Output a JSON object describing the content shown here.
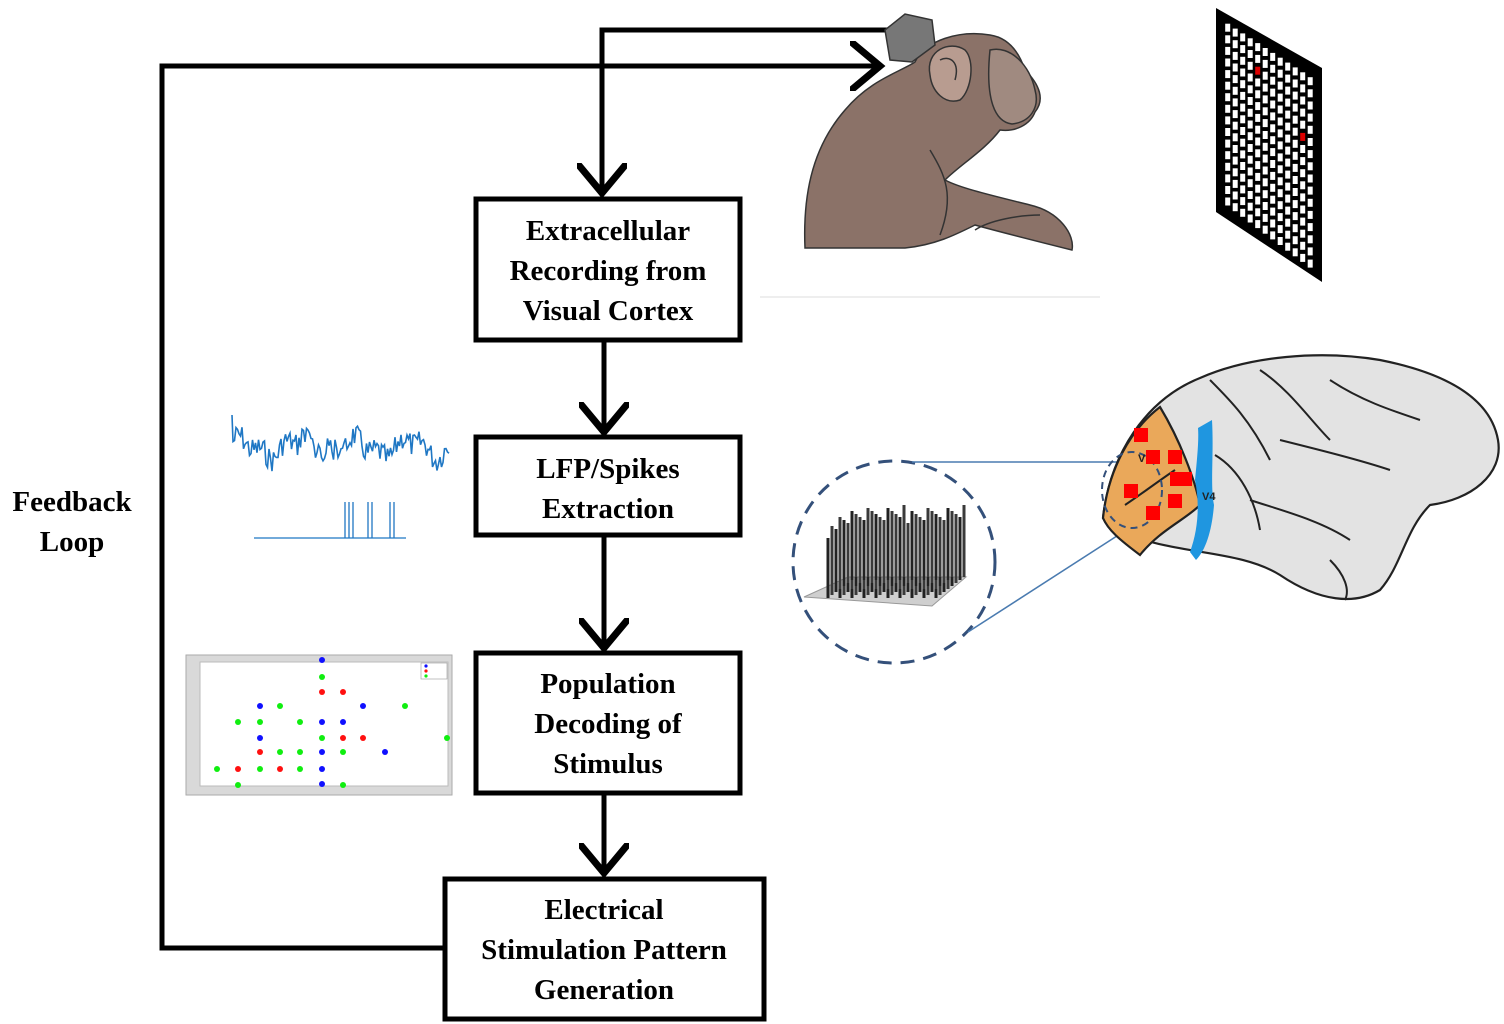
{
  "boxes": [
    {
      "id": "recording",
      "lines": [
        "Extracellular",
        "Recording from",
        "Visual Cortex"
      ]
    },
    {
      "id": "extraction",
      "lines": [
        "LFP/Spikes",
        "Extraction"
      ]
    },
    {
      "id": "decoding",
      "lines": [
        "Population",
        "Decoding of",
        "Stimulus"
      ]
    },
    {
      "id": "stimulation",
      "lines": [
        "Electrical",
        "Stimulation Pattern",
        "Generation"
      ]
    }
  ],
  "feedback_label": [
    "Feedback",
    "Loop"
  ],
  "brain_labels": {
    "v1": "V1",
    "v4": "V4"
  },
  "colors": {
    "monkey": "#8b7268",
    "brain_gray": "#e3e3e3",
    "v1_orange": "#eaa85a",
    "v4_blue": "#1f96e0",
    "electrode_red": "#ff0000",
    "signal_blue": "#1f77c4",
    "dot_blue": "#1010ff",
    "dot_red": "#ff1010",
    "dot_green": "#10ee10"
  }
}
